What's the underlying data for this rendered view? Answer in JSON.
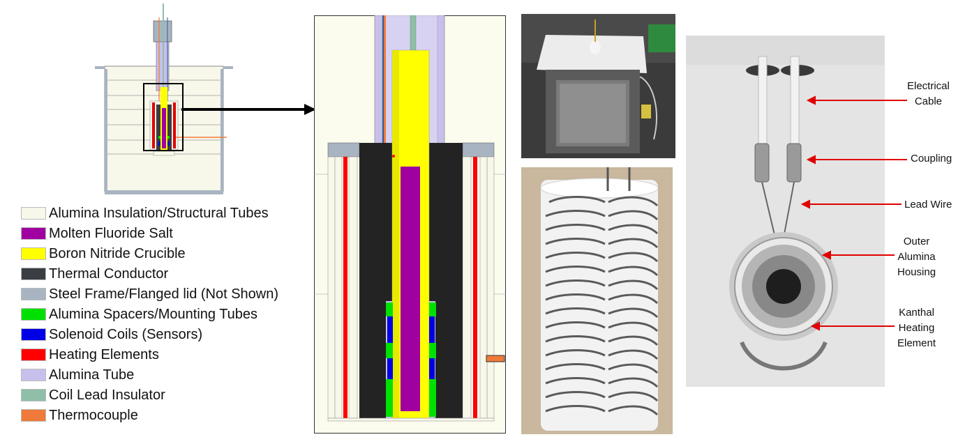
{
  "legend": {
    "items": [
      {
        "label": "Alumina Insulation/Structural Tubes",
        "color": "#f7f7ea"
      },
      {
        "label": "Molten Fluoride Salt",
        "color": "#a000a0"
      },
      {
        "label": "Boron Nitride Crucible",
        "color": "#ffff00"
      },
      {
        "label": "Thermal Conductor",
        "color": "#3a3e42"
      },
      {
        "label": "Steel Frame/Flanged lid (Not Shown)",
        "color": "#a8b4c2"
      },
      {
        "label": "Alumina Spacers/Mounting Tubes",
        "color": "#00e000"
      },
      {
        "label": "Solenoid Coils (Sensors)",
        "color": "#0000e6"
      },
      {
        "label": "Heating Elements",
        "color": "#ff0000"
      },
      {
        "label": "Alumina Tube",
        "color": "#c8c0ec"
      },
      {
        "label": "Coil Lead Insulator",
        "color": "#8fbfa8"
      },
      {
        "label": "Thermocouple",
        "color": "#ef7a3a"
      }
    ]
  },
  "callouts": {
    "electrical_cable": [
      "Electrical",
      "Cable"
    ],
    "coupling": [
      "Coupling"
    ],
    "lead_wire": [
      "Lead Wire"
    ],
    "outer_housing": [
      "Outer",
      "Alumina",
      "Housing"
    ],
    "kanthal": [
      "Kanthal",
      "Heating",
      "Element"
    ]
  },
  "colors": {
    "callout_arrow": "#e00000",
    "pointer_arrow": "#000000"
  }
}
